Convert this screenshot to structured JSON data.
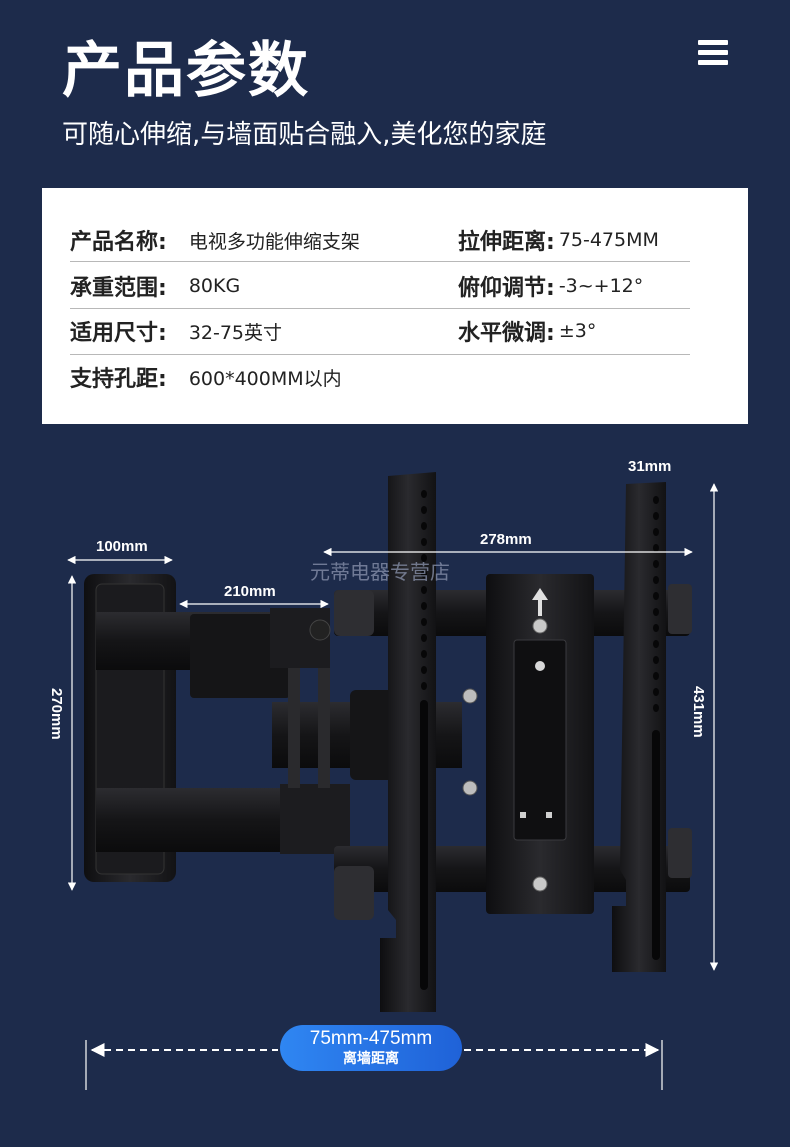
{
  "header": {
    "title": "产品参数",
    "subtitle": "可随心伸缩,与墙面贴合融入,美化您的家庭",
    "menu_icon": "hamburger-menu-icon"
  },
  "specs": {
    "rows": [
      {
        "left_label": "产品名称:",
        "left_value": "电视多功能伸缩支架",
        "right_label": "拉伸距离:",
        "right_value": "75-475MM"
      },
      {
        "left_label": "承重范围:",
        "left_value": "80KG",
        "right_label": "俯仰调节:",
        "right_value": "-3~+12°"
      },
      {
        "left_label": "适用尺寸:",
        "left_value": "32-75英寸",
        "right_label": "水平微调:",
        "right_value": "±3°"
      },
      {
        "left_label": "支持孔距:",
        "left_value": "600*400MM以内",
        "right_label": "",
        "right_value": ""
      }
    ]
  },
  "dimensions": {
    "top_width": "31mm",
    "bracket_span": "278mm",
    "plate_width": "100mm",
    "arm_length": "210mm",
    "plate_height": "270mm",
    "rail_height": "431mm",
    "extension_range": "75mm-475mm",
    "extension_label": "离墙距离"
  },
  "watermark": "元蒂电器专营店",
  "colors": {
    "background": "#1d2b4b",
    "card": "#ffffff",
    "pill": "#2a7ae8",
    "metal": "#1a1a1c"
  }
}
